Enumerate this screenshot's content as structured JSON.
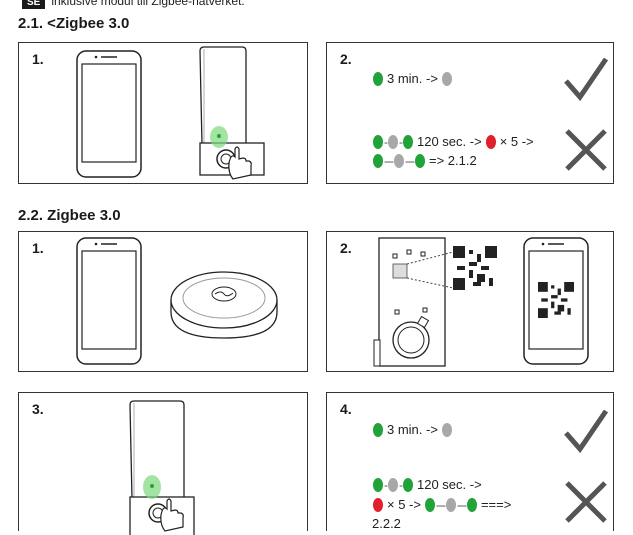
{
  "header": {
    "lang_badge": "SE",
    "intro_text": "inklusive modul till Zigbee-nätverket."
  },
  "sections": [
    {
      "title": "2.1. <Zigbee 3.0"
    },
    {
      "title": "2.2. Zigbee 3.0"
    }
  ],
  "steps": {
    "s1_1": "1.",
    "s1_2": "2.",
    "s2_1": "1.",
    "s2_2": "2.",
    "s2_3": "3.",
    "s2_4": "4."
  },
  "instructions": {
    "a_success": "3 min. ->",
    "a_fail_1": "120 sec. ->",
    "a_fail_2": "× 5 ->",
    "a_fail_3": "=> 2.1.2",
    "b_success": "3 min. ->",
    "b_fail_1": "120 sec. ->",
    "b_fail_2": "× 5 ->",
    "b_fail_3": "===>",
    "b_fail_4": "2.2.2"
  },
  "icons": [
    "phone-icon",
    "thermostat-device-icon",
    "gateway-hub-icon",
    "qr-code-icon",
    "checkmark-icon",
    "cross-icon",
    "hand-press-icon"
  ],
  "colors": {
    "led_green": "#22a33a",
    "led_grey": "#a8a8a8",
    "led_red": "#e0202a"
  }
}
